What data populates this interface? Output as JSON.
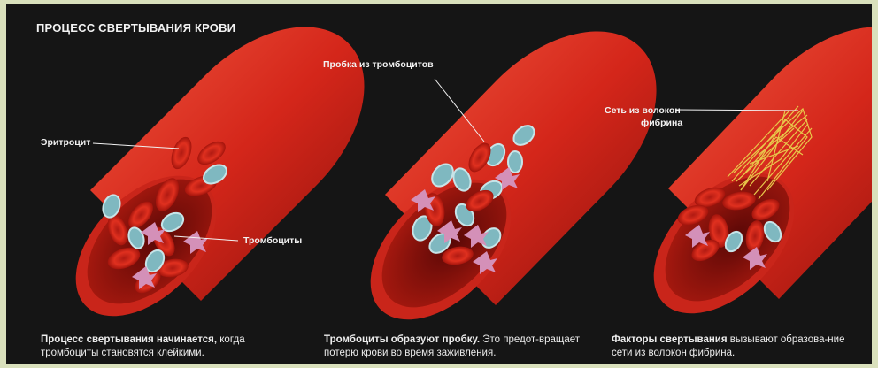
{
  "title": "ПРОЦЕСС СВЕРТЫВАНИЯ КРОВИ",
  "labels": {
    "erythrocyte": "Эритроцит",
    "platelets": "Тромбоциты",
    "platelet_plug": "Пробка из тромбоцитов",
    "fibrin_net_1": "Сеть из волокон",
    "fibrin_net_2": "фибрина"
  },
  "captions": [
    {
      "bold": "Процесс свертывания начинается,",
      "text": " когда тромбоциты становятся клейкими."
    },
    {
      "bold": "Тромбоциты образуют пробку.",
      "text": " Это предот-вращает потерю крови во время заживления."
    },
    {
      "bold": "Факторы свертывания",
      "text": " вызывают образова-ние сети из волокон фибрина."
    }
  ],
  "colors": {
    "background": "#151515",
    "vessel": "#d8281c",
    "lumen": "#7a0d0a",
    "platelet": "#7fb8c0"
  }
}
